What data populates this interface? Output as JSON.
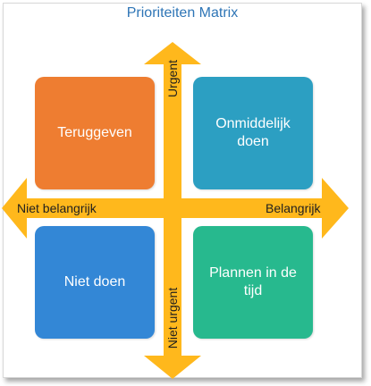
{
  "title": "Prioriteiten Matrix",
  "axes": {
    "top": "Urgent",
    "bottom": "Niet urgent",
    "left": "Niet belangrijk",
    "right": "Belangrijk"
  },
  "quadrants": {
    "top_left": "Teruggeven",
    "top_right": "Onmiddelijk doen",
    "bottom_left": "Niet doen",
    "bottom_right": "Plannen in de tijd"
  },
  "colors": {
    "arrow": "#ffb81c",
    "title": "#2e75b6",
    "top_left": "#ee7d31",
    "top_right": "#2c9fc2",
    "bottom_left": "#3387d6",
    "bottom_right": "#27b98e"
  }
}
